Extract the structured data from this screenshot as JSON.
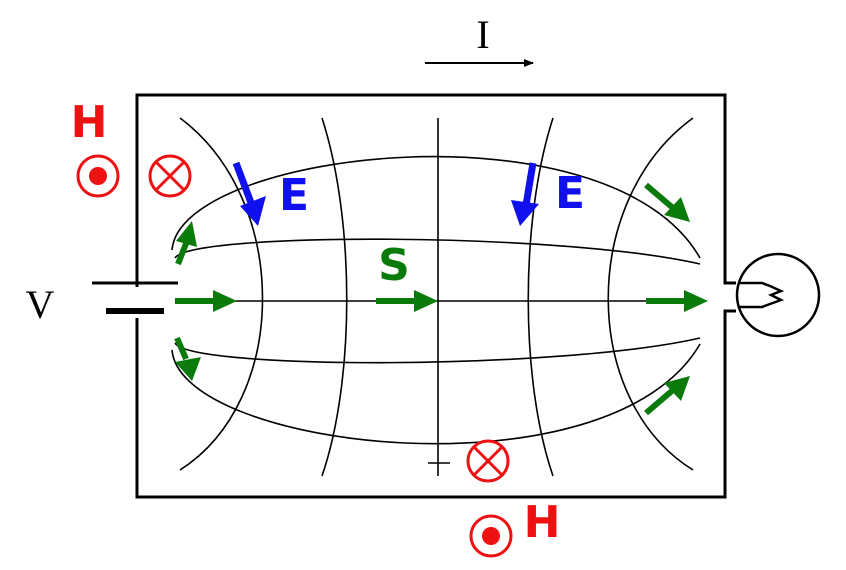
{
  "labels": {
    "current": "I",
    "voltage": "V",
    "poynting": "S",
    "electric_field": "E",
    "magnetic_field": "H"
  },
  "colors": {
    "electric": "#1010ee",
    "magnetic": "#ee1111",
    "poynting": "#0a7a0a",
    "lines": "#000000"
  },
  "symbols": {
    "out_of_page": "dot-in-circle",
    "into_page": "cross-in-circle"
  }
}
